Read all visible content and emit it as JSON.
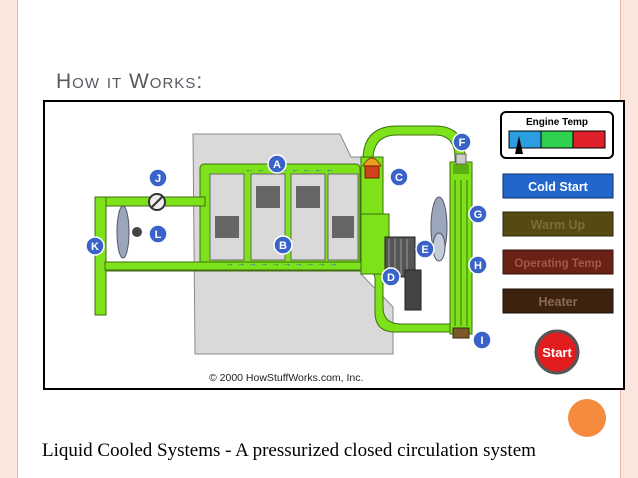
{
  "slide": {
    "title": "How it Works:",
    "caption": "Liquid Cooled Systems - A pressurized closed circulation system"
  },
  "diagram": {
    "copyright": "© 2000 HowStuffWorks.com, Inc.",
    "gauge_label": "Engine Temp",
    "gauge_colors": [
      "#2a9ee0",
      "#2ed04e",
      "#e0202a"
    ],
    "labels": [
      "A",
      "B",
      "C",
      "D",
      "E",
      "F",
      "G",
      "H",
      "I",
      "J",
      "K",
      "L"
    ],
    "buttons": {
      "cold_start": "Cold Start",
      "warm_up": "Warm Up",
      "operating_temp": "Operating Temp",
      "heater": "Heater",
      "start": "Start"
    },
    "colors": {
      "coolant": "#7ee21a",
      "engine": "#d9d9d9",
      "callout": "#3a63c9",
      "cold_start_bg": "#2266cc",
      "warm_up_bg": "#554a13",
      "operating_temp_bg": "#6a2216",
      "heater_bg": "#3e2210",
      "start_bg": "#e21d1d",
      "accent": "#f58b3c"
    }
  }
}
